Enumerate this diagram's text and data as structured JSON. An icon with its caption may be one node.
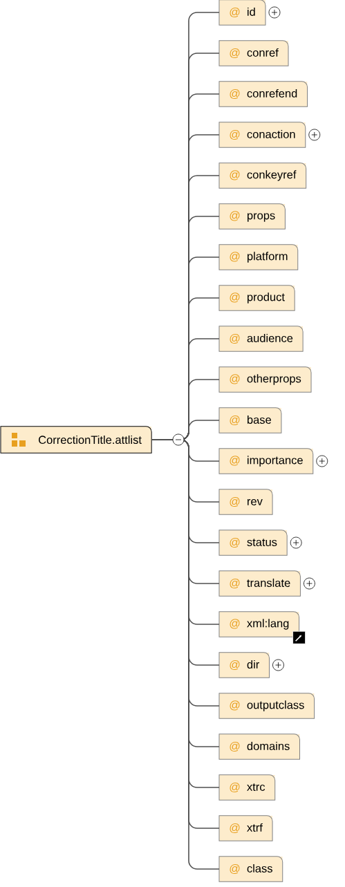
{
  "diagram": {
    "nodes": [
      {
        "text": [
          "CorrectionTitle.attlist"
        ]
      },
      {
        "text": [
          "@",
          "id"
        ]
      },
      {
        "text": [
          "@",
          "conref"
        ]
      },
      {
        "text": [
          "@",
          "conrefend"
        ]
      },
      {
        "text": [
          "@",
          "conaction"
        ]
      },
      {
        "text": [
          "@",
          "conkeyref"
        ]
      },
      {
        "text": [
          "@",
          "props"
        ]
      },
      {
        "text": [
          "@",
          "platform"
        ]
      },
      {
        "text": [
          "@",
          "product"
        ]
      },
      {
        "text": [
          "@",
          "audience"
        ]
      },
      {
        "text": [
          "@",
          "otherprops"
        ]
      },
      {
        "text": [
          "@",
          "base"
        ]
      },
      {
        "text": [
          "@",
          "importance"
        ]
      },
      {
        "text": [
          "@",
          "rev"
        ]
      },
      {
        "text": [
          "@",
          "status"
        ]
      },
      {
        "text": [
          "@",
          "translate"
        ]
      },
      {
        "text": [
          "@",
          "xml:lang"
        ]
      },
      {
        "text": [
          "@",
          "dir"
        ]
      },
      {
        "text": [
          "@",
          "outputclass"
        ]
      },
      {
        "text": [
          "@",
          "domains"
        ]
      },
      {
        "text": [
          "@",
          "xtrc"
        ]
      },
      {
        "text": [
          "@",
          "xtrf"
        ]
      },
      {
        "text": [
          "@",
          "class"
        ]
      }
    ],
    "edges": [
      {
        "from": 0,
        "to": 1,
        "arrow": "none"
      },
      {
        "from": 0,
        "to": 2,
        "arrow": "none"
      },
      {
        "from": 0,
        "to": 3,
        "arrow": "none"
      },
      {
        "from": 0,
        "to": 4,
        "arrow": "none"
      },
      {
        "from": 0,
        "to": 5,
        "arrow": "none"
      },
      {
        "from": 0,
        "to": 6,
        "arrow": "none"
      },
      {
        "from": 0,
        "to": 7,
        "arrow": "none"
      },
      {
        "from": 0,
        "to": 8,
        "arrow": "none"
      },
      {
        "from": 0,
        "to": 9,
        "arrow": "none"
      },
      {
        "from": 0,
        "to": 10,
        "arrow": "none"
      },
      {
        "from": 0,
        "to": 11,
        "arrow": "none"
      },
      {
        "from": 0,
        "to": 12,
        "arrow": "none"
      },
      {
        "from": 0,
        "to": 13,
        "arrow": "none"
      },
      {
        "from": 0,
        "to": 14,
        "arrow": "none"
      },
      {
        "from": 0,
        "to": 15,
        "arrow": "none"
      },
      {
        "from": 0,
        "to": 16,
        "arrow": "none"
      },
      {
        "from": 0,
        "to": 17,
        "arrow": "none"
      },
      {
        "from": 0,
        "to": 18,
        "arrow": "none"
      },
      {
        "from": 0,
        "to": 19,
        "arrow": "none"
      },
      {
        "from": 0,
        "to": 20,
        "arrow": "none"
      },
      {
        "from": 0,
        "to": 21,
        "arrow": "none"
      },
      {
        "from": 0,
        "to": 22,
        "arrow": "none"
      }
    ]
  }
}
